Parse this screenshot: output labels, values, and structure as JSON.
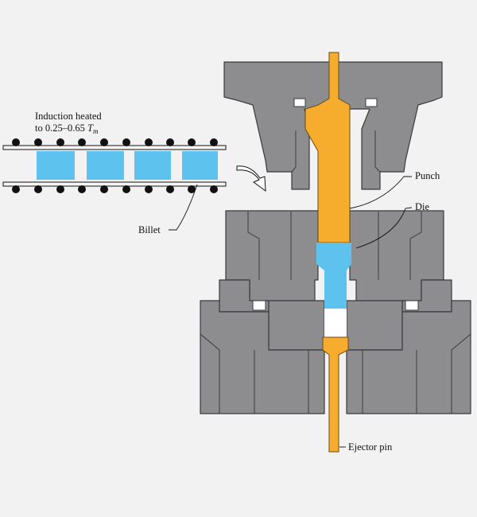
{
  "labels": {
    "induction_line1": "Induction heated",
    "induction_line2": "to 0.25–0.65",
    "induction_symbol": "T",
    "induction_subscript": "m",
    "billet": "Billet",
    "punch": "Punch",
    "die": "Die",
    "ejector_pin": "Ejector pin"
  },
  "colors": {
    "tooling": "#8d8d90",
    "punch_and_pin": "#f6ad2e",
    "billet": "#5ec2ef",
    "rollers": "#111111"
  },
  "icons": {
    "transfer_arrow": "curved-arrow-icon"
  }
}
